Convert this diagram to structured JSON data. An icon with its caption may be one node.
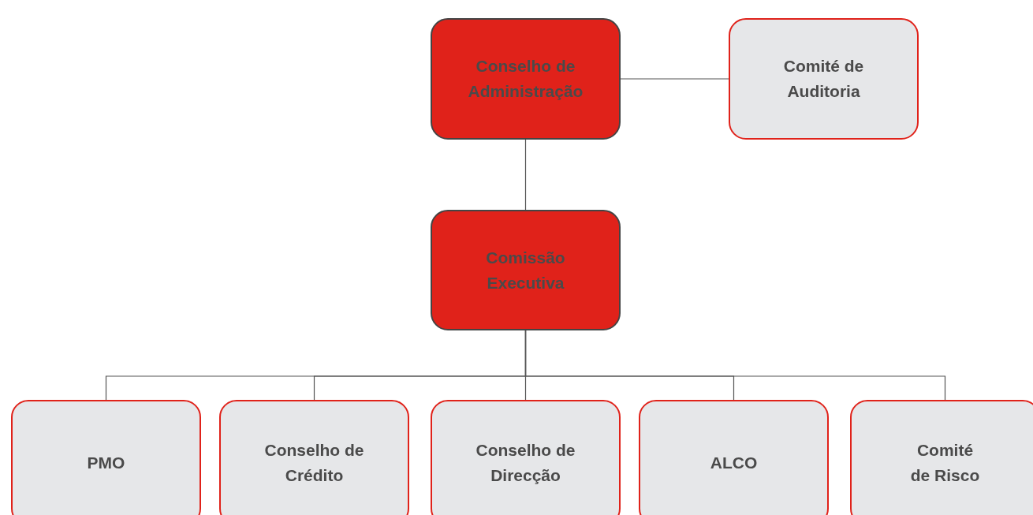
{
  "diagram": {
    "nodes": [
      {
        "text": [
          "Conselho de Administração"
        ]
      },
      {
        "text": [
          "Comité de Auditoria"
        ]
      },
      {
        "text": [
          "Comissão Executiva"
        ]
      },
      {
        "text": [
          "PMO"
        ]
      },
      {
        "text": [
          "Conselho de Crédito"
        ]
      },
      {
        "text": [
          "Conselho de Direcção"
        ]
      },
      {
        "text": [
          "ALCO"
        ]
      },
      {
        "text": [
          "Comité de Risco"
        ]
      }
    ],
    "edges": [
      {
        "from": 0,
        "to": 1,
        "arrow": "none"
      },
      {
        "from": 0,
        "to": 2,
        "arrow": "none"
      },
      {
        "from": 2,
        "to": 3,
        "arrow": "none"
      },
      {
        "from": 2,
        "to": 4,
        "arrow": "none"
      },
      {
        "from": 2,
        "to": 5,
        "arrow": "none"
      },
      {
        "from": 2,
        "to": 6,
        "arrow": "none"
      },
      {
        "from": 2,
        "to": 7,
        "arrow": "none"
      }
    ]
  }
}
